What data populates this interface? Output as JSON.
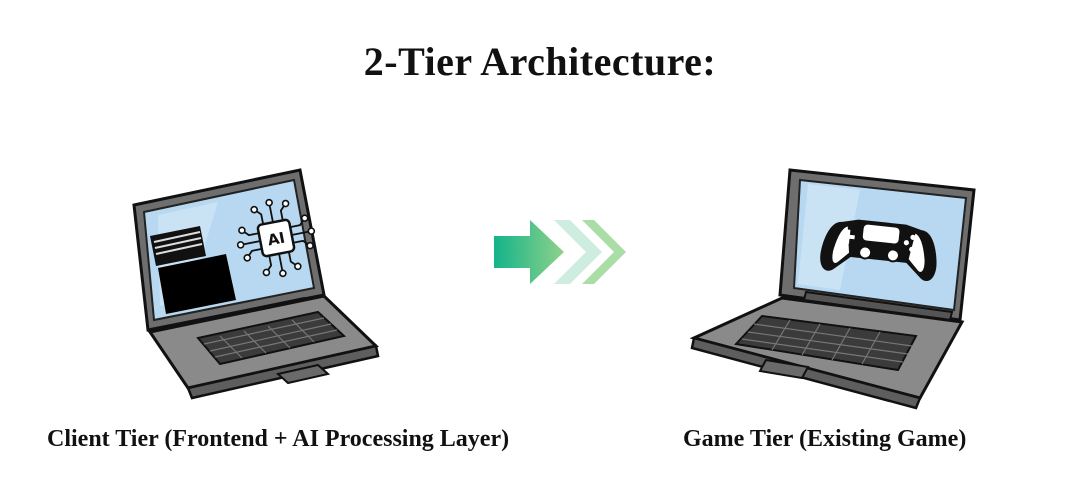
{
  "title": "2-Tier Architecture:",
  "tiers": [
    {
      "label": "Client Tier (Frontend + AI Processing Layer)",
      "screen_icon": "ai-chip-icon"
    },
    {
      "label": "Game Tier (Existing Game)",
      "screen_icon": "gamepad-icon"
    }
  ],
  "chip_text": "AI",
  "colors": {
    "arrow_start": "#13b48a",
    "arrow_end": "#8fd18a",
    "laptop_body": "#8a8a8a",
    "screen": "#b7d8f0"
  }
}
